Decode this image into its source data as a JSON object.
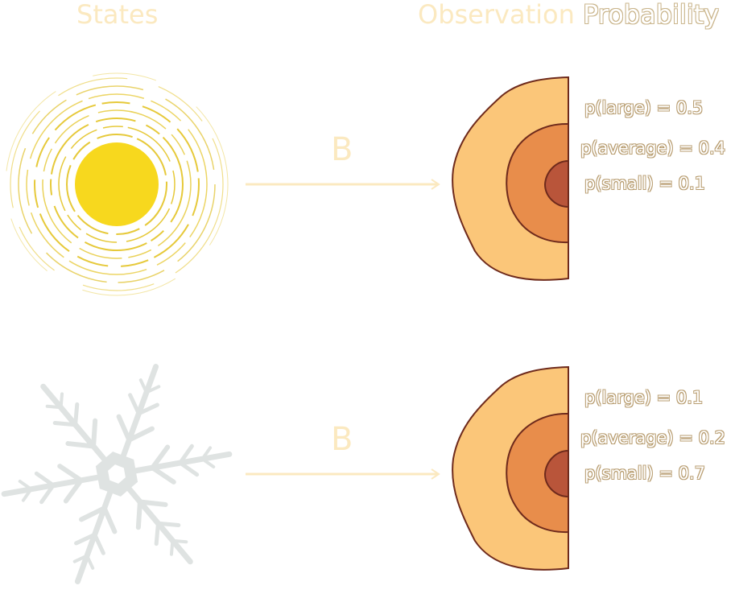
{
  "headings": {
    "states": "States",
    "observation": "Observation",
    "probability": "Probability"
  },
  "rows": [
    {
      "state_icon": "sun-icon",
      "arrow_label": "B",
      "probabilities": [
        {
          "text": "p(large) = 0.5"
        },
        {
          "text": "p(average) = 0.4"
        },
        {
          "text": "p(small) = 0.1"
        }
      ]
    },
    {
      "state_icon": "snowflake-icon",
      "arrow_label": "B",
      "probabilities": [
        {
          "text": "p(large) = 0.1"
        },
        {
          "text": "p(average) = 0.2"
        },
        {
          "text": "p(small) = 0.7"
        }
      ]
    }
  ],
  "colors": {
    "sun": "#f7d81e",
    "sun_rings": "#e6c93a",
    "snowflake": "#dfe3e2",
    "arrow": "#fbe9c0",
    "ring_outer": "#fbc679",
    "ring_middle": "#e88d4b",
    "ring_inner": "#b9553a",
    "ring_stroke": "#6e2a1c"
  }
}
